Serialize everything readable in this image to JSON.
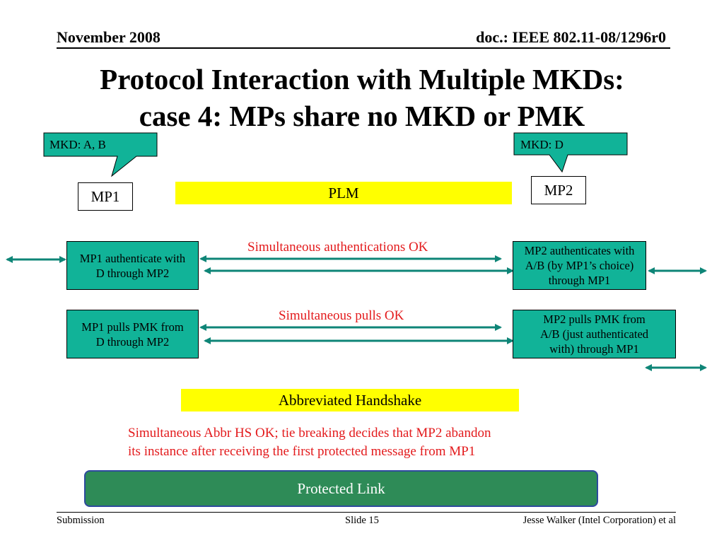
{
  "header": {
    "date": "November 2008",
    "doc": "doc.: IEEE 802.11-08/1296r0"
  },
  "title": {
    "line1": "Protocol Interaction with Multiple MKDs:",
    "line2": "case 4: MPs share no MKD or PMK"
  },
  "callouts": {
    "left": "MKD: A, B",
    "right": "MKD: D"
  },
  "nodes": {
    "mp1": "MP1",
    "mp2": "MP2"
  },
  "bars": {
    "plm": "PLM",
    "abbreviated": "Abbreviated Handshake"
  },
  "rows": [
    {
      "left_lines": [
        "MP1 authenticate with",
        "D through MP2"
      ],
      "right_lines": [
        "MP2 authenticates with",
        "A/B (by MP1’s choice)",
        "through MP1"
      ],
      "label": "Simultaneous authentications OK"
    },
    {
      "left_lines": [
        "MP1 pulls PMK from",
        "D through MP2"
      ],
      "right_lines": [
        "MP2 pulls PMK from",
        "A/B (just authenticated",
        "with) through MP1"
      ],
      "label": "Simultaneous pulls OK"
    }
  ],
  "notes": {
    "abbr_line1": "Simultaneous Abbr HS OK; tie breaking decides that MP2 abandon",
    "abbr_line2": "its instance after receiving the first protected message from MP1"
  },
  "protected_link": "Protected Link",
  "footer": {
    "left": "Submission",
    "center": "Slide 15",
    "right": "Jesse Walker (Intel Corporation) et al"
  },
  "colors": {
    "callout": "#11b398",
    "box": "#11b398",
    "arrow": "#0e8577",
    "highlight": "#ffff00",
    "note_text": "#e31a1c",
    "link": "#2e8b57"
  }
}
